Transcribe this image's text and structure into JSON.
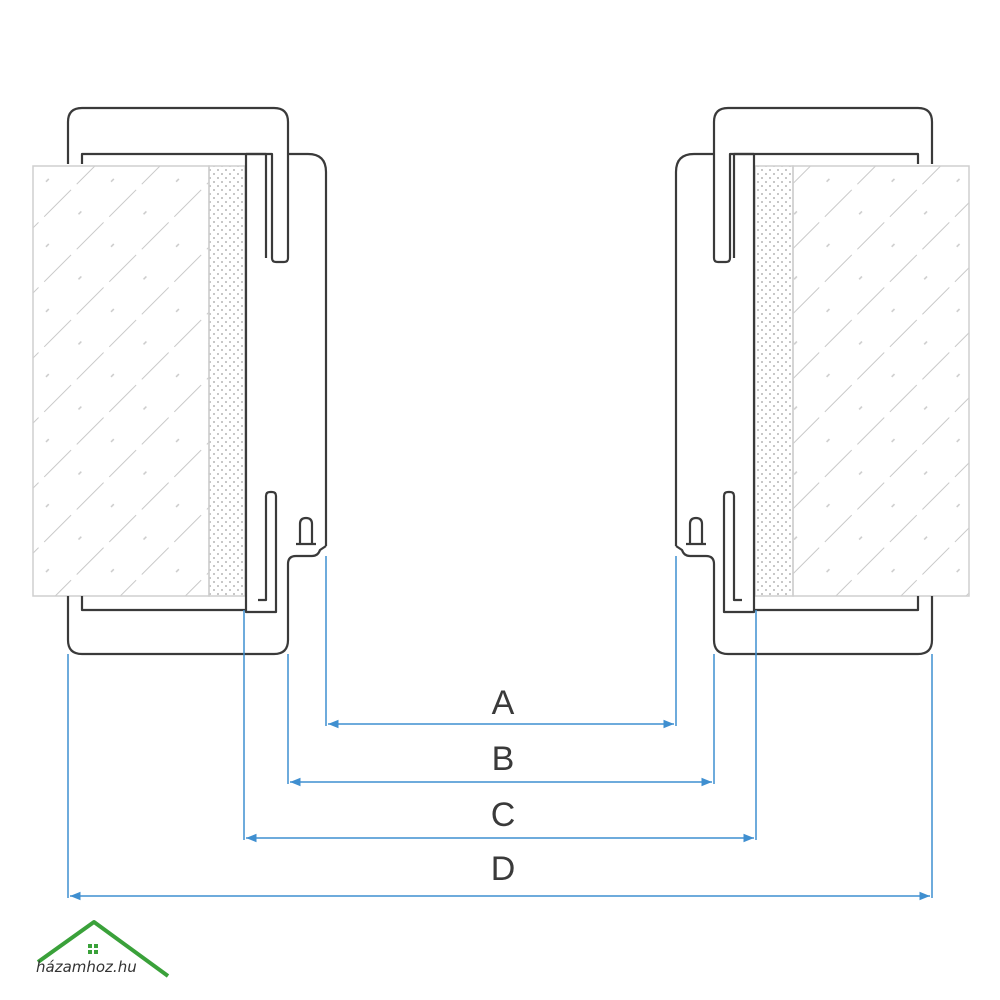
{
  "diagram": {
    "dimensions": [
      {
        "id": "A",
        "label": "A"
      },
      {
        "id": "B",
        "label": "B"
      },
      {
        "id": "C",
        "label": "C"
      },
      {
        "id": "D",
        "label": "D"
      }
    ]
  },
  "logo": {
    "text": "házamhoz.hu"
  },
  "colors": {
    "outline": "#3a3a3a",
    "dimension": "#3f8fd0",
    "hatch": "#c9c9c9",
    "wall_border": "#cfcfcf",
    "logo_green": "#3aa13a"
  }
}
